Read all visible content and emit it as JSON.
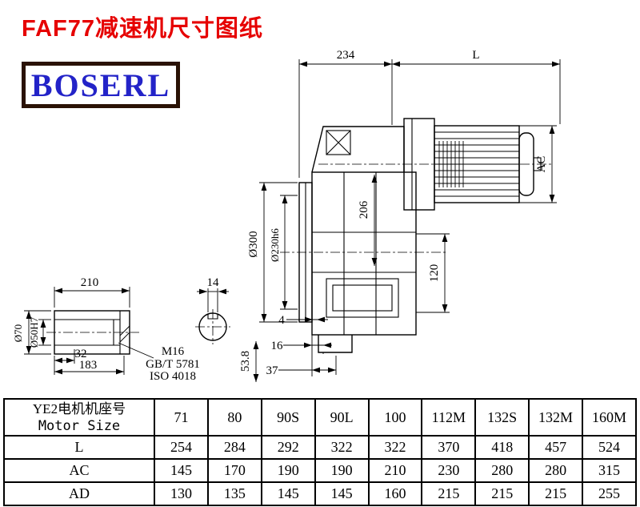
{
  "page": {
    "title": "FAF77减速机尺寸图纸",
    "logo_text": "BOSERL"
  },
  "colors": {
    "title_red": "#e60000",
    "logo_blue": "#2323c8",
    "logo_border": "#2a1205"
  },
  "drawing": {
    "labels": {
      "d234": "234",
      "L": "L",
      "AC": "AC",
      "d206": "206",
      "d300": "Ø300",
      "d230": "Ø230h6",
      "d120": "120",
      "d210": "210",
      "d14": "14",
      "d32": "32",
      "d183": "183",
      "d70": "Ø70",
      "d50": "Ø50H7",
      "m16": "M16",
      "gb": "GB/T 5781",
      "iso": "ISO 4018",
      "d4": "4",
      "d16": "16",
      "d37": "37",
      "d538": "53.8"
    }
  },
  "table": {
    "header": {
      "line1": "YE2电机机座号",
      "line2": "Motor Size"
    },
    "motor_sizes": [
      "71",
      "80",
      "90S",
      "90L",
      "100",
      "112M",
      "132S",
      "132M",
      "160M"
    ],
    "rows": [
      {
        "label": "L",
        "values": [
          "254",
          "284",
          "292",
          "322",
          "322",
          "370",
          "418",
          "457",
          "524"
        ]
      },
      {
        "label": "AC",
        "values": [
          "145",
          "170",
          "190",
          "190",
          "210",
          "230",
          "280",
          "280",
          "315"
        ]
      },
      {
        "label": "AD",
        "values": [
          "130",
          "135",
          "145",
          "145",
          "160",
          "215",
          "215",
          "215",
          "255"
        ]
      }
    ]
  }
}
